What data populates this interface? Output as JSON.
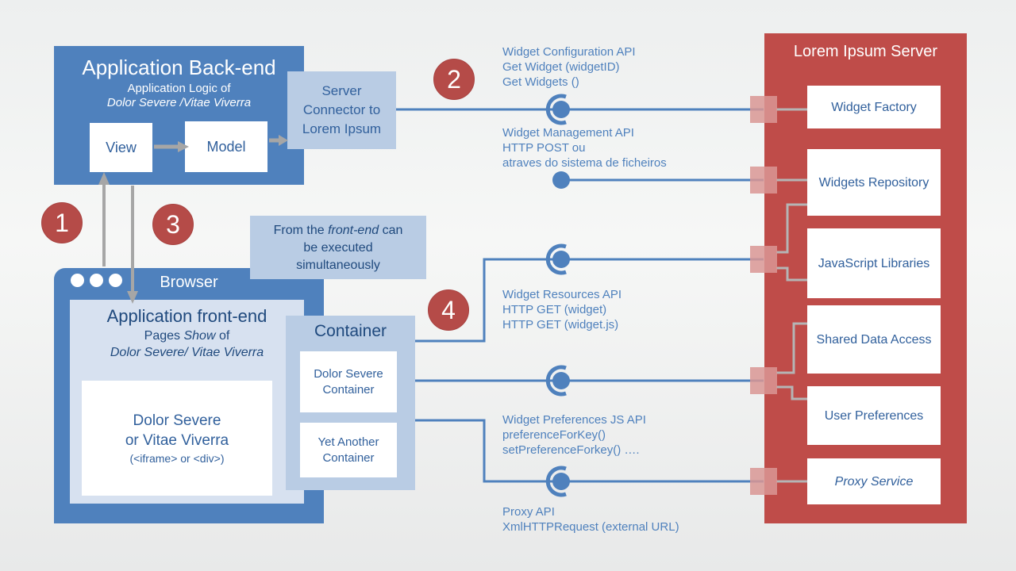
{
  "palette": {
    "blue": "#4f81bd",
    "light_blue": "#b9cce4",
    "panel_blue": "#d7e1f0",
    "server_red": "#bf4c49",
    "badge_red": "#b54b48",
    "port_pink": "#d99694",
    "arrow_gray": "#a6a6a6",
    "text_dark": "#1f497d",
    "text_blue": "#31609c"
  },
  "backend": {
    "title": "Application Back-end",
    "subtitle1": "Application Logic of",
    "subtitle2": "Dolor Severe /Vitae Viverra",
    "view_label": "View",
    "model_label": "Model"
  },
  "server_connector": {
    "lines": [
      "Server",
      "Connector to",
      "Lorem Ipsum"
    ]
  },
  "note": {
    "line1_pre": "From the ",
    "line1_italic": "front-end",
    "line1_post": " can",
    "line2": "be executed",
    "line3": "simultaneously"
  },
  "badges": [
    "1",
    "2",
    "3",
    "4"
  ],
  "browser": {
    "title": "Browser",
    "front_end": {
      "title": "Application front-end",
      "sub_pre": "Pages ",
      "sub_italic": "Show",
      "sub_post": " of",
      "subtitle2": "Dolor Severe/ Vitae Viverra",
      "content_line1": "Dolor Severe",
      "content_line2": "or Vitae Viverra",
      "content_line3": "(<iframe> or <div>)"
    }
  },
  "container": {
    "title": "Container",
    "boxes": [
      {
        "line1": "Dolor Severe",
        "line2": "Container"
      },
      {
        "line1": "Yet Another",
        "line2": "Container"
      }
    ]
  },
  "apis": [
    {
      "line1": "Widget Configuration API",
      "line2": "Get Widget (widgetID)",
      "line3": "Get Widgets ()"
    },
    {
      "line1": "Widget Management API",
      "line2": "HTTP POST ou",
      "line3": "atraves do sistema de ficheiros"
    },
    {
      "line1": "Widget Resources API",
      "line2": "HTTP GET (widget)",
      "line3": "HTTP GET (widget.js)"
    },
    {
      "line1": "Widget Preferences JS API",
      "line2": "preferenceForKey()",
      "line3": "setPreferenceForkey() …."
    },
    {
      "line1": "Proxy API",
      "line2": "XmlHTTPRequest (external URL)",
      "line3": ""
    }
  ],
  "server": {
    "title": "Lorem Ipsum Server",
    "boxes": [
      "Widget Factory",
      "Widgets Repository",
      "JavaScript Libraries",
      "Shared Data Access",
      "User Preferences",
      "Proxy Service"
    ]
  }
}
